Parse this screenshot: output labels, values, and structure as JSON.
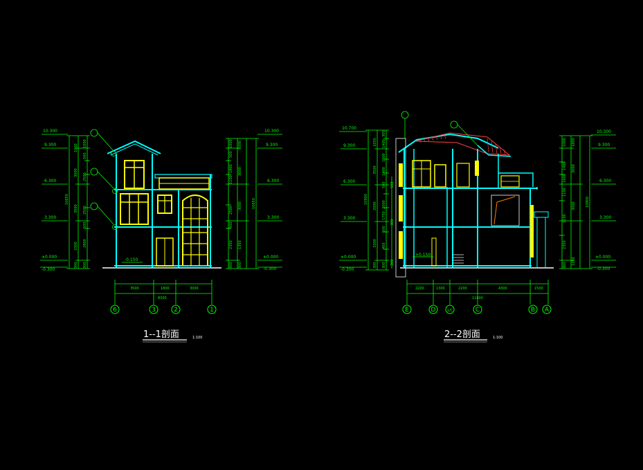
{
  "colors": {
    "background": "#000000",
    "dimension": "#00ff00",
    "wall": "#00ffff",
    "window": "#ffff00",
    "text": "#ffffff",
    "roof": "#ff4040",
    "detail": "#ff8000"
  },
  "section1": {
    "title": "1--1剖面",
    "scale": "1:100",
    "elevations_left": [
      "10.300",
      "9.300",
      "6.300",
      "3.300",
      "±0.000",
      "-0.300"
    ],
    "elevations_right": [
      "10.300",
      "9.300",
      "6.300",
      "3.300",
      "±0.000",
      "-0.300"
    ],
    "floor_label": "-0.150",
    "dims_left_inner": [
      "1000",
      "500",
      "1000",
      "3000",
      "2500",
      "500",
      "2500",
      "500",
      "3300",
      "2800",
      "300",
      "300"
    ],
    "dims_left_total": "10650",
    "dims_right_inner": [
      "1000",
      "1000",
      "500",
      "1800",
      "1100",
      "2500",
      "500",
      "2350",
      "1350",
      "300",
      "300"
    ],
    "dims_right_mid": [
      "3000",
      "3000"
    ],
    "dims_right_total": "10650",
    "bottom_dims": [
      "3500",
      "1800",
      "3000"
    ],
    "bottom_total": "8300",
    "axes": [
      "6",
      "3",
      "2",
      "1"
    ]
  },
  "section2": {
    "title": "2--2剖面",
    "scale": "1:100",
    "elevations_left": [
      "10.700",
      "9.300",
      "6.300",
      "3.300",
      "±0.000",
      "-0.300"
    ],
    "elevations_right": [
      "10.300",
      "9.300",
      "6.300",
      "3.300",
      "±0.000",
      "-0.300"
    ],
    "floor_label": "+0.150",
    "dims_left_inner": [
      "300",
      "1400",
      "1000",
      "1650",
      "3500",
      "500",
      "2000",
      "1750",
      "500",
      "3300",
      "400",
      "2300",
      "300",
      "300"
    ],
    "dims_left_total": "10900",
    "dims_right_inner": [
      "1000",
      "1800",
      "1400",
      "1600",
      "1100",
      "2400",
      "2350",
      "1250",
      "300"
    ],
    "dims_right_mid": [
      "3000",
      "3000"
    ],
    "dims_right_total": "10900",
    "bottom_dims": [
      "2200",
      "1300",
      "2200",
      "4300",
      "1500"
    ],
    "bottom_total": "11600",
    "axes": [
      "E",
      "D",
      "1/C",
      "C",
      "B",
      "A"
    ]
  }
}
